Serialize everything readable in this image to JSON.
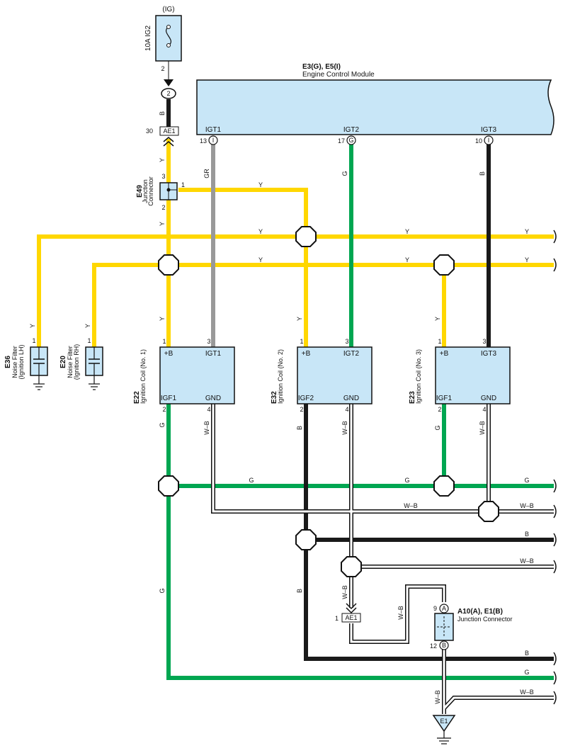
{
  "colors": {
    "Y": "#ffd700",
    "G": "#00a651",
    "GR": "#999999",
    "B": "#1a1a1a",
    "component_fill": "#c8e6f7"
  },
  "fuse": {
    "supply": "(IG)",
    "label": "10A IG2",
    "pin": "2"
  },
  "connector_2": "2",
  "wire_B_top": "B",
  "ae1_top": {
    "name": "AE1",
    "pin": "30"
  },
  "ecm": {
    "code": "E3(G), E5(I)",
    "name": "Engine Control Module",
    "terminals": [
      {
        "label": "IGT1",
        "pin": "13",
        "conn": "I"
      },
      {
        "label": "IGT2",
        "pin": "17",
        "conn": "G"
      },
      {
        "label": "IGT3",
        "pin": "10",
        "conn": "I"
      }
    ]
  },
  "e49": {
    "code": "E49",
    "name1": "Junction",
    "name2": "Connector",
    "pin1": "1",
    "pin2": "2",
    "pin3": "3"
  },
  "filters": [
    {
      "code": "E36",
      "name1": "Noise Filter",
      "name2": "(Ignition LH)",
      "pin": "1",
      "wire": "Y"
    },
    {
      "code": "E20",
      "name1": "Noise Filter",
      "name2": "(Ignition RH)",
      "pin": "1",
      "wire": "Y"
    }
  ],
  "coils": [
    {
      "code": "E22",
      "name": "Ignition Coil (No. 1)",
      "plus": "+B",
      "igt": "IGT1",
      "igf": "IGF1",
      "gnd": "GND",
      "p1": "1",
      "p2": "2",
      "p3": "3",
      "p4": "4"
    },
    {
      "code": "E32",
      "name": "Ignition Coil (No. 2)",
      "plus": "+B",
      "igt": "IGT2",
      "igf": "IGF2",
      "gnd": "GND",
      "p1": "1",
      "p2": "2",
      "p3": "3",
      "p4": "4"
    },
    {
      "code": "E23",
      "name": "Ignition Coil (No. 3)",
      "plus": "+B",
      "igt": "IGT3",
      "igf": "IGF1",
      "gnd": "GND",
      "p1": "1",
      "p2": "2",
      "p3": "3",
      "p4": "4"
    }
  ],
  "wire_labels": {
    "Y": "Y",
    "G": "G",
    "GR": "GR",
    "B": "B",
    "WB": "W–B"
  },
  "ae1_bottom": {
    "name": "AE1",
    "pin": "1"
  },
  "a10": {
    "code": "A10(A), E1(B)",
    "name": "Junction Connector",
    "pin_top": "9",
    "conn_top": "A",
    "pin_bottom": "12",
    "conn_bottom": "B"
  },
  "ground": {
    "name": "E1"
  }
}
